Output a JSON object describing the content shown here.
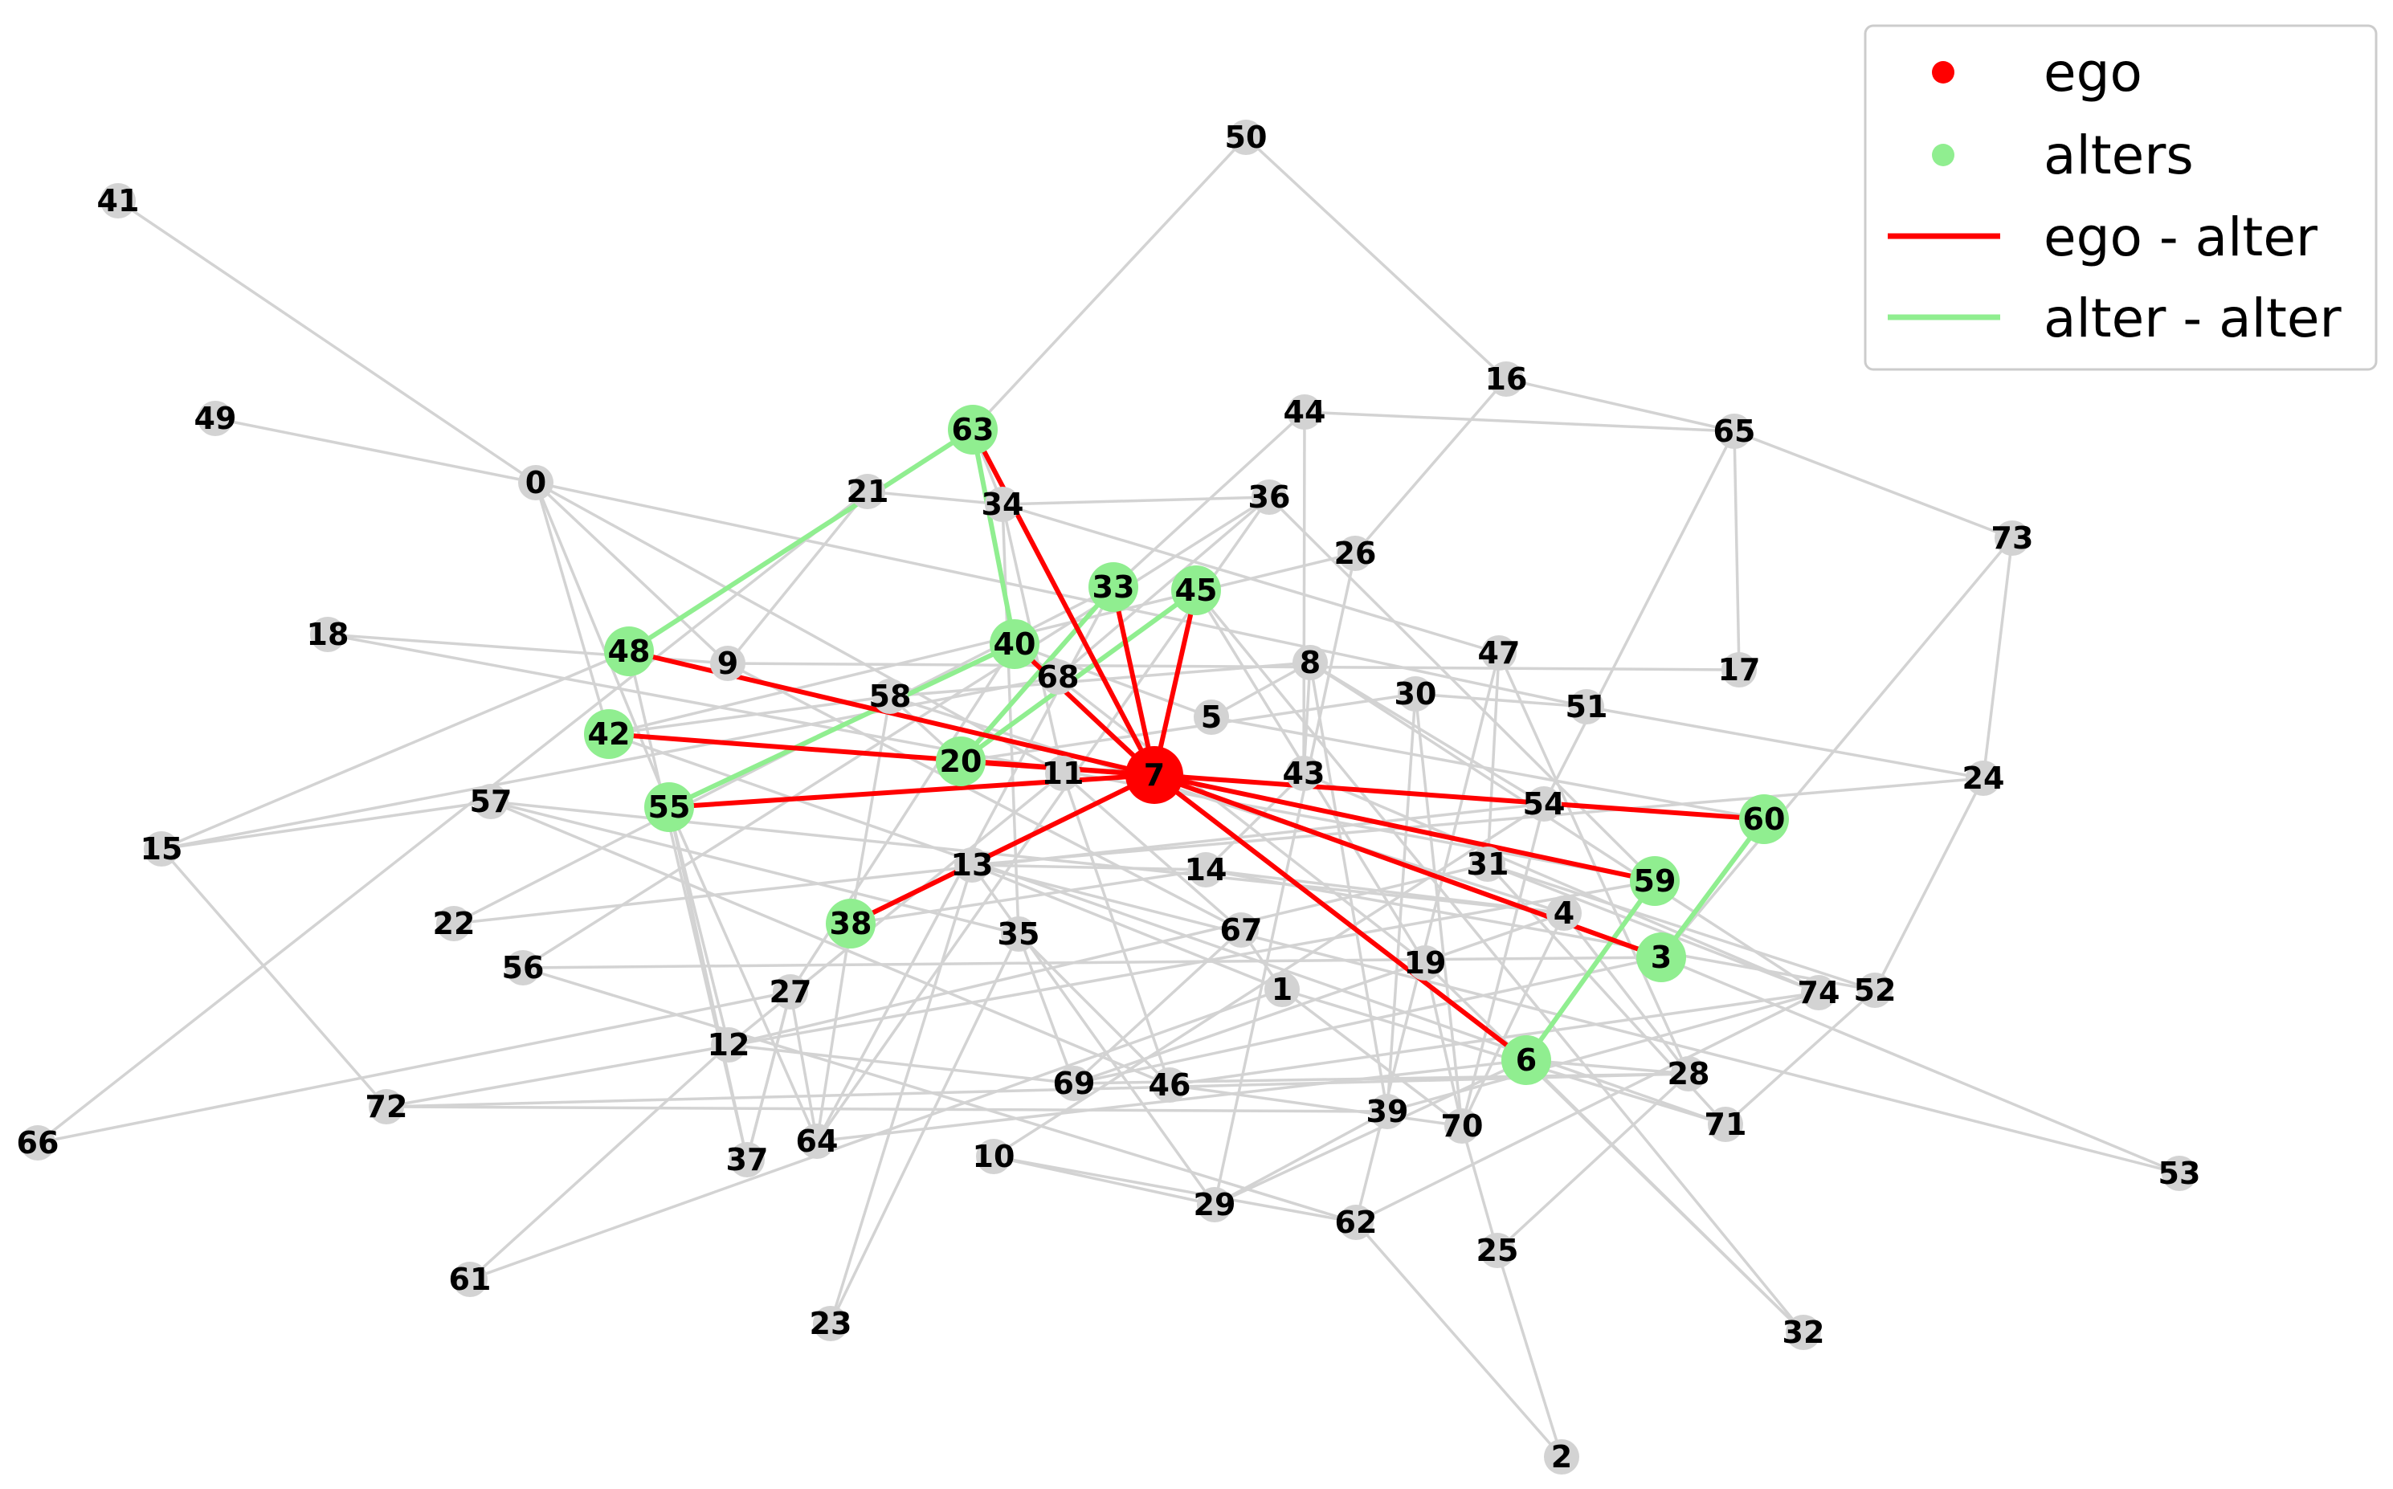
{
  "colors": {
    "ego": "#ff0000",
    "alter": "#90ee90",
    "other": "#d3d3d3",
    "ego_alter_edge": "#ff0000",
    "alter_alter_edge": "#90ee90",
    "other_edge": "#d3d3d3"
  },
  "legend": {
    "ego": "ego",
    "alters": "alters",
    "ego_alter": "ego - alter",
    "alter_alter": "alter - alter"
  },
  "ego": "7",
  "alters": [
    "63",
    "33",
    "45",
    "40",
    "48",
    "42",
    "20",
    "55",
    "38",
    "60",
    "59",
    "3",
    "6"
  ],
  "nodes": [
    "0",
    "1",
    "2",
    "3",
    "4",
    "5",
    "6",
    "7",
    "8",
    "9",
    "10",
    "11",
    "12",
    "13",
    "14",
    "15",
    "16",
    "17",
    "18",
    "19",
    "20",
    "21",
    "22",
    "23",
    "24",
    "25",
    "26",
    "27",
    "28",
    "29",
    "30",
    "31",
    "32",
    "33",
    "34",
    "35",
    "36",
    "37",
    "38",
    "39",
    "40",
    "41",
    "42",
    "43",
    "44",
    "45",
    "46",
    "47",
    "48",
    "49",
    "50",
    "51",
    "52",
    "53",
    "54",
    "55",
    "56",
    "57",
    "58",
    "59",
    "60",
    "61",
    "62",
    "63",
    "64",
    "65",
    "66",
    "67",
    "68",
    "69",
    "70",
    "71",
    "72",
    "73",
    "74"
  ],
  "edges": [
    [
      "7",
      "63"
    ],
    [
      "7",
      "33"
    ],
    [
      "7",
      "45"
    ],
    [
      "7",
      "40"
    ],
    [
      "7",
      "48"
    ],
    [
      "7",
      "42"
    ],
    [
      "7",
      "20"
    ],
    [
      "7",
      "55"
    ],
    [
      "7",
      "38"
    ],
    [
      "7",
      "60"
    ],
    [
      "7",
      "59"
    ],
    [
      "7",
      "3"
    ],
    [
      "7",
      "6"
    ],
    [
      "63",
      "48"
    ],
    [
      "33",
      "20"
    ],
    [
      "45",
      "20"
    ],
    [
      "40",
      "55"
    ],
    [
      "60",
      "3"
    ],
    [
      "59",
      "6"
    ],
    [
      "41",
      "0"
    ],
    [
      "49",
      "0"
    ],
    [
      "0",
      "42"
    ],
    [
      "0",
      "9"
    ],
    [
      "0",
      "11"
    ],
    [
      "0",
      "51"
    ],
    [
      "0",
      "55"
    ],
    [
      "50",
      "63"
    ],
    [
      "50",
      "16"
    ],
    [
      "16",
      "65"
    ],
    [
      "16",
      "26"
    ],
    [
      "44",
      "65"
    ],
    [
      "44",
      "43"
    ],
    [
      "44",
      "33"
    ],
    [
      "65",
      "73"
    ],
    [
      "65",
      "17"
    ],
    [
      "65",
      "54"
    ],
    [
      "73",
      "24"
    ],
    [
      "73",
      "3"
    ],
    [
      "24",
      "52"
    ],
    [
      "24",
      "51"
    ],
    [
      "24",
      "13"
    ],
    [
      "52",
      "71"
    ],
    [
      "52",
      "31"
    ],
    [
      "53",
      "3"
    ],
    [
      "53",
      "13"
    ],
    [
      "32",
      "45"
    ],
    [
      "32",
      "6"
    ],
    [
      "32",
      "19"
    ],
    [
      "2",
      "25"
    ],
    [
      "2",
      "62"
    ],
    [
      "66",
      "21"
    ],
    [
      "66",
      "27"
    ],
    [
      "15",
      "72"
    ],
    [
      "15",
      "48"
    ],
    [
      "15",
      "57"
    ],
    [
      "15",
      "68"
    ],
    [
      "61",
      "1"
    ],
    [
      "61",
      "12"
    ],
    [
      "23",
      "13"
    ],
    [
      "23",
      "35"
    ],
    [
      "18",
      "59"
    ],
    [
      "18",
      "9"
    ],
    [
      "21",
      "34"
    ],
    [
      "21",
      "9"
    ],
    [
      "34",
      "36"
    ],
    [
      "34",
      "11"
    ],
    [
      "34",
      "35"
    ],
    [
      "34",
      "47"
    ],
    [
      "36",
      "59"
    ],
    [
      "36",
      "64"
    ],
    [
      "36",
      "68"
    ],
    [
      "26",
      "29"
    ],
    [
      "26",
      "42"
    ],
    [
      "58",
      "42"
    ],
    [
      "58",
      "20"
    ],
    [
      "58",
      "38"
    ],
    [
      "58",
      "4"
    ],
    [
      "9",
      "17"
    ],
    [
      "9",
      "67"
    ],
    [
      "8",
      "43"
    ],
    [
      "8",
      "54"
    ],
    [
      "8",
      "39"
    ],
    [
      "8",
      "5"
    ],
    [
      "8",
      "58"
    ],
    [
      "8",
      "74"
    ],
    [
      "30",
      "51"
    ],
    [
      "30",
      "39"
    ],
    [
      "30",
      "70"
    ],
    [
      "30",
      "20"
    ],
    [
      "47",
      "28"
    ],
    [
      "47",
      "31"
    ],
    [
      "47",
      "62"
    ],
    [
      "5",
      "40"
    ],
    [
      "5",
      "60"
    ],
    [
      "43",
      "74"
    ],
    [
      "43",
      "14"
    ],
    [
      "11",
      "67"
    ],
    [
      "11",
      "12"
    ],
    [
      "11",
      "46"
    ],
    [
      "13",
      "14"
    ],
    [
      "13",
      "29"
    ],
    [
      "13",
      "1"
    ],
    [
      "14",
      "4"
    ],
    [
      "14",
      "52"
    ],
    [
      "14",
      "38"
    ],
    [
      "67",
      "1"
    ],
    [
      "67",
      "69"
    ],
    [
      "35",
      "69"
    ],
    [
      "35",
      "46"
    ],
    [
      "1",
      "70"
    ],
    [
      "1",
      "71"
    ],
    [
      "19",
      "70"
    ],
    [
      "19",
      "40"
    ],
    [
      "19",
      "45"
    ],
    [
      "31",
      "12"
    ],
    [
      "31",
      "74"
    ],
    [
      "31",
      "71"
    ],
    [
      "4",
      "28"
    ],
    [
      "4",
      "69"
    ],
    [
      "54",
      "70"
    ],
    [
      "54",
      "22"
    ],
    [
      "57",
      "4"
    ],
    [
      "57",
      "35"
    ],
    [
      "22",
      "33"
    ],
    [
      "56",
      "36"
    ],
    [
      "56",
      "62"
    ],
    [
      "56",
      "3"
    ],
    [
      "27",
      "64"
    ],
    [
      "27",
      "37"
    ],
    [
      "27",
      "40"
    ],
    [
      "12",
      "69"
    ],
    [
      "69",
      "28"
    ],
    [
      "69",
      "3"
    ],
    [
      "46",
      "70"
    ],
    [
      "46",
      "74"
    ],
    [
      "46",
      "57"
    ],
    [
      "39",
      "29"
    ],
    [
      "39",
      "74"
    ],
    [
      "70",
      "4"
    ],
    [
      "70",
      "25"
    ],
    [
      "28",
      "6"
    ],
    [
      "28",
      "25"
    ],
    [
      "71",
      "42"
    ],
    [
      "72",
      "28"
    ],
    [
      "72",
      "59"
    ],
    [
      "72",
      "39"
    ],
    [
      "37",
      "48"
    ],
    [
      "37",
      "55"
    ],
    [
      "37",
      "27"
    ],
    [
      "64",
      "38"
    ],
    [
      "64",
      "6"
    ],
    [
      "64",
      "33"
    ],
    [
      "10",
      "29"
    ],
    [
      "10",
      "62"
    ],
    [
      "10",
      "54"
    ],
    [
      "29",
      "6"
    ],
    [
      "62",
      "74"
    ],
    [
      "55",
      "64"
    ],
    [
      "55",
      "12"
    ],
    [
      "63",
      "34"
    ],
    [
      "63",
      "40"
    ]
  ]
}
